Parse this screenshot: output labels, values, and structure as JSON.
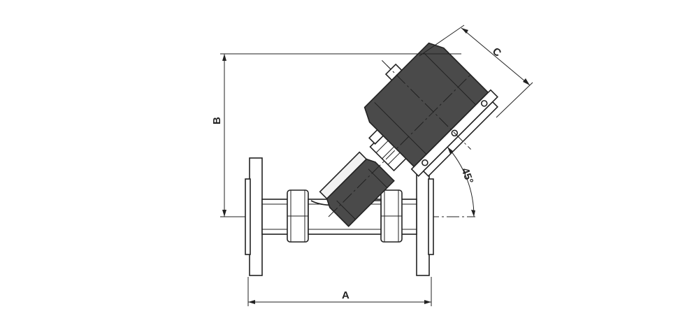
{
  "dimensions": {
    "a_label": "A",
    "b_label": "B",
    "c_label": "C",
    "angle_label": "45°"
  },
  "colors": {
    "line": "#222222",
    "actuator_shade": "#4a4a4a",
    "background": "#ffffff"
  }
}
